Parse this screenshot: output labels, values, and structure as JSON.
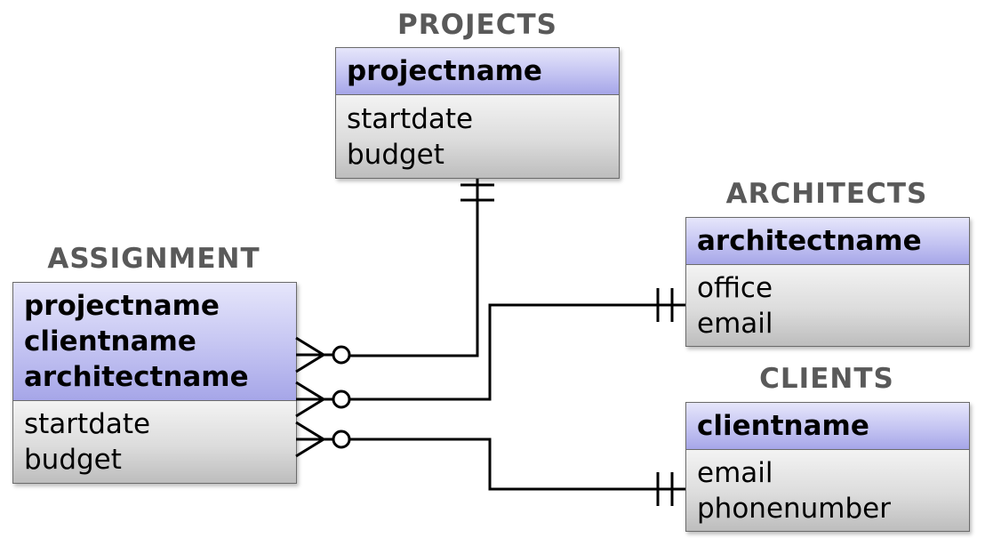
{
  "entities": {
    "projects": {
      "title": "PROJECTS",
      "keys": [
        "projectname"
      ],
      "attributes": [
        "startdate",
        "budget"
      ]
    },
    "architects": {
      "title": "ARCHITECTS",
      "keys": [
        "architectname"
      ],
      "attributes": [
        "office",
        "email"
      ]
    },
    "assignment": {
      "title": "ASSIGNMENT",
      "keys": [
        "projectname",
        "clientname",
        "architectname"
      ],
      "attributes": [
        "startdate",
        "budget"
      ]
    },
    "clients": {
      "title": "CLIENTS",
      "keys": [
        "clientname"
      ],
      "attributes": [
        "email",
        "phonenumber"
      ]
    }
  },
  "relationships": [
    {
      "from": "assignment",
      "to": "projects",
      "from_cardinality": "zero-or-many",
      "to_cardinality": "one-and-only-one"
    },
    {
      "from": "assignment",
      "to": "architects",
      "from_cardinality": "zero-or-many",
      "to_cardinality": "one-and-only-one"
    },
    {
      "from": "assignment",
      "to": "clients",
      "from_cardinality": "zero-or-many",
      "to_cardinality": "one-and-only-one"
    }
  ]
}
